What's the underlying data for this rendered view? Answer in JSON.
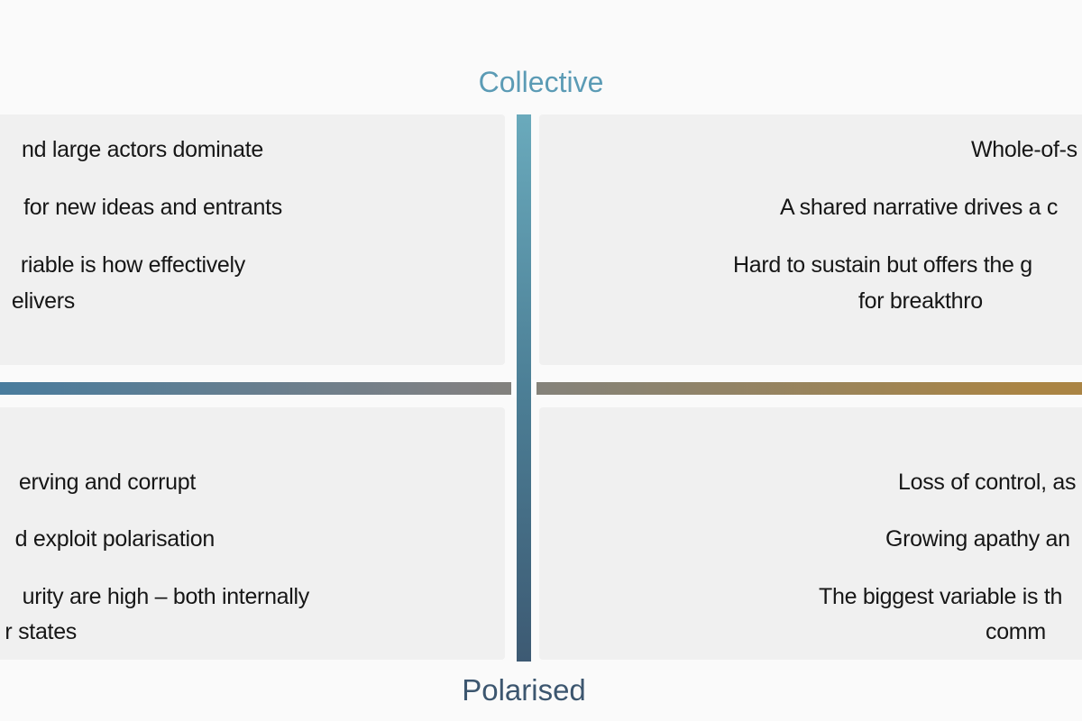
{
  "colors": {
    "page_bg": "#fafafa",
    "panel_bg": "#f0f0f0",
    "gutter": "#fbfcfd",
    "text": "#161616",
    "collective_label": "#5b9bb5",
    "polarised_label": "#3c566f",
    "v_axis_top": "#6aaabc",
    "v_axis_mid": "#4c7f96",
    "v_axis_bottom": "#3d5a73",
    "h_axis_left": "#497c9d",
    "h_axis_mid": "#7f8083",
    "h_axis_warm": "#8a8371",
    "h_axis_right": "#aa8444"
  },
  "vertical_axis": {
    "top_label": "Collective",
    "bottom_label": "Polarised"
  },
  "quadrants": {
    "top_left": {
      "lines": [
        "nd large actors dominate",
        "for new ideas and entrants",
        "riable is how effectively",
        "elivers"
      ]
    },
    "top_right": {
      "lines": [
        "Whole-of-s",
        "A shared narrative drives a c",
        "Hard to sustain but offers the g",
        "for breakthro"
      ]
    },
    "bottom_left": {
      "lines": [
        "erving and corrupt",
        "d exploit polarisation",
        "urity are high – both internally",
        "r states"
      ]
    },
    "bottom_right": {
      "lines": [
        "Loss of control, as",
        "Growing apathy an",
        "The biggest variable is th",
        "comm"
      ]
    }
  }
}
